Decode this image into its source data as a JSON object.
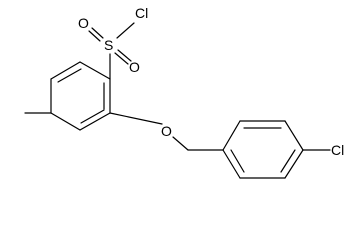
{
  "molecule": {
    "atoms": [
      {
        "id": "cl1",
        "label": "Cl"
      },
      {
        "id": "s1",
        "label": "S"
      },
      {
        "id": "o1",
        "label": "O"
      },
      {
        "id": "o2",
        "label": "O"
      },
      {
        "id": "o3",
        "label": "O"
      },
      {
        "id": "cl2",
        "label": "Cl"
      }
    ]
  }
}
